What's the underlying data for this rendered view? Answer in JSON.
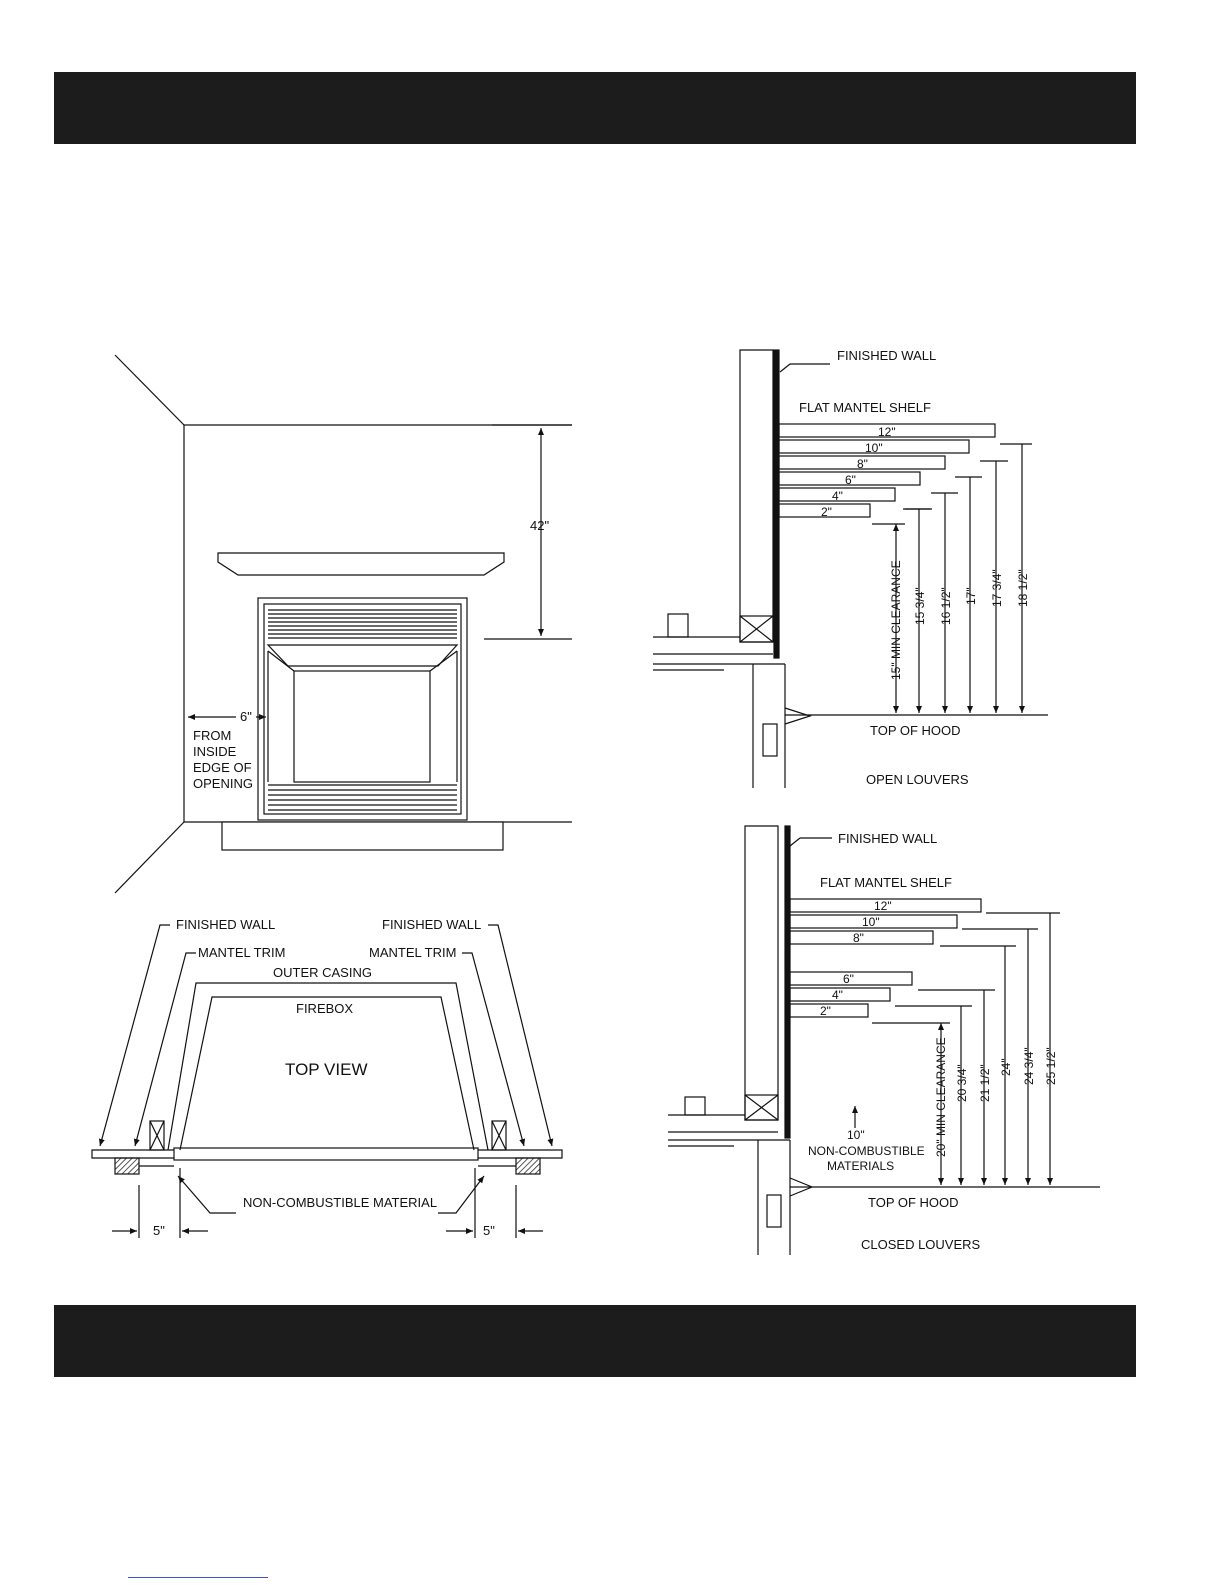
{
  "front": {
    "clear_height": "42\"",
    "side_clear": "6\"",
    "side_note": [
      "FROM",
      "INSIDE",
      "EDGE OF",
      "OPENING"
    ]
  },
  "top_view": {
    "finished_wall_left": "FINISHED WALL",
    "finished_wall_right": "FINISHED WALL",
    "mantel_trim_left": "MANTEL TRIM",
    "mantel_trim_right": "MANTEL TRIM",
    "outer_casing": "OUTER CASING",
    "firebox": "FIREBOX",
    "title": "TOP VIEW",
    "noncomb": "NON-COMBUSTIBLE MATERIAL",
    "left_dim": "5\"",
    "right_dim": "5\""
  },
  "open": {
    "wall": "FINISHED WALL",
    "shelf": "FLAT MANTEL SHELF",
    "depths": [
      "12\"",
      "10\"",
      "8\"",
      "6\"",
      "4\"",
      "2\""
    ],
    "heights": [
      "15\" MIN CLEARANCE",
      "15 3/4\"",
      "16 1/2\"",
      "17\"",
      "17 3/4\"",
      "18 1/2\""
    ],
    "hood": "TOP OF HOOD",
    "caption": "OPEN LOUVERS"
  },
  "closed": {
    "wall": "FINISHED WALL",
    "shelf": "FLAT MANTEL SHELF",
    "depths": [
      "12\"",
      "10\"",
      "8\"",
      "6\"",
      "4\"",
      "2\""
    ],
    "heights": [
      "20\" MIN CLEARANCE",
      "20 3/4\"",
      "21 1/2\"",
      "24\"",
      "24 3/4\"",
      "25 1/2\""
    ],
    "noncomb": [
      "10\"",
      "NON-COMBUSTIBLE",
      "MATERIALS"
    ],
    "hood": "TOP OF HOOD",
    "caption": "CLOSED LOUVERS"
  }
}
